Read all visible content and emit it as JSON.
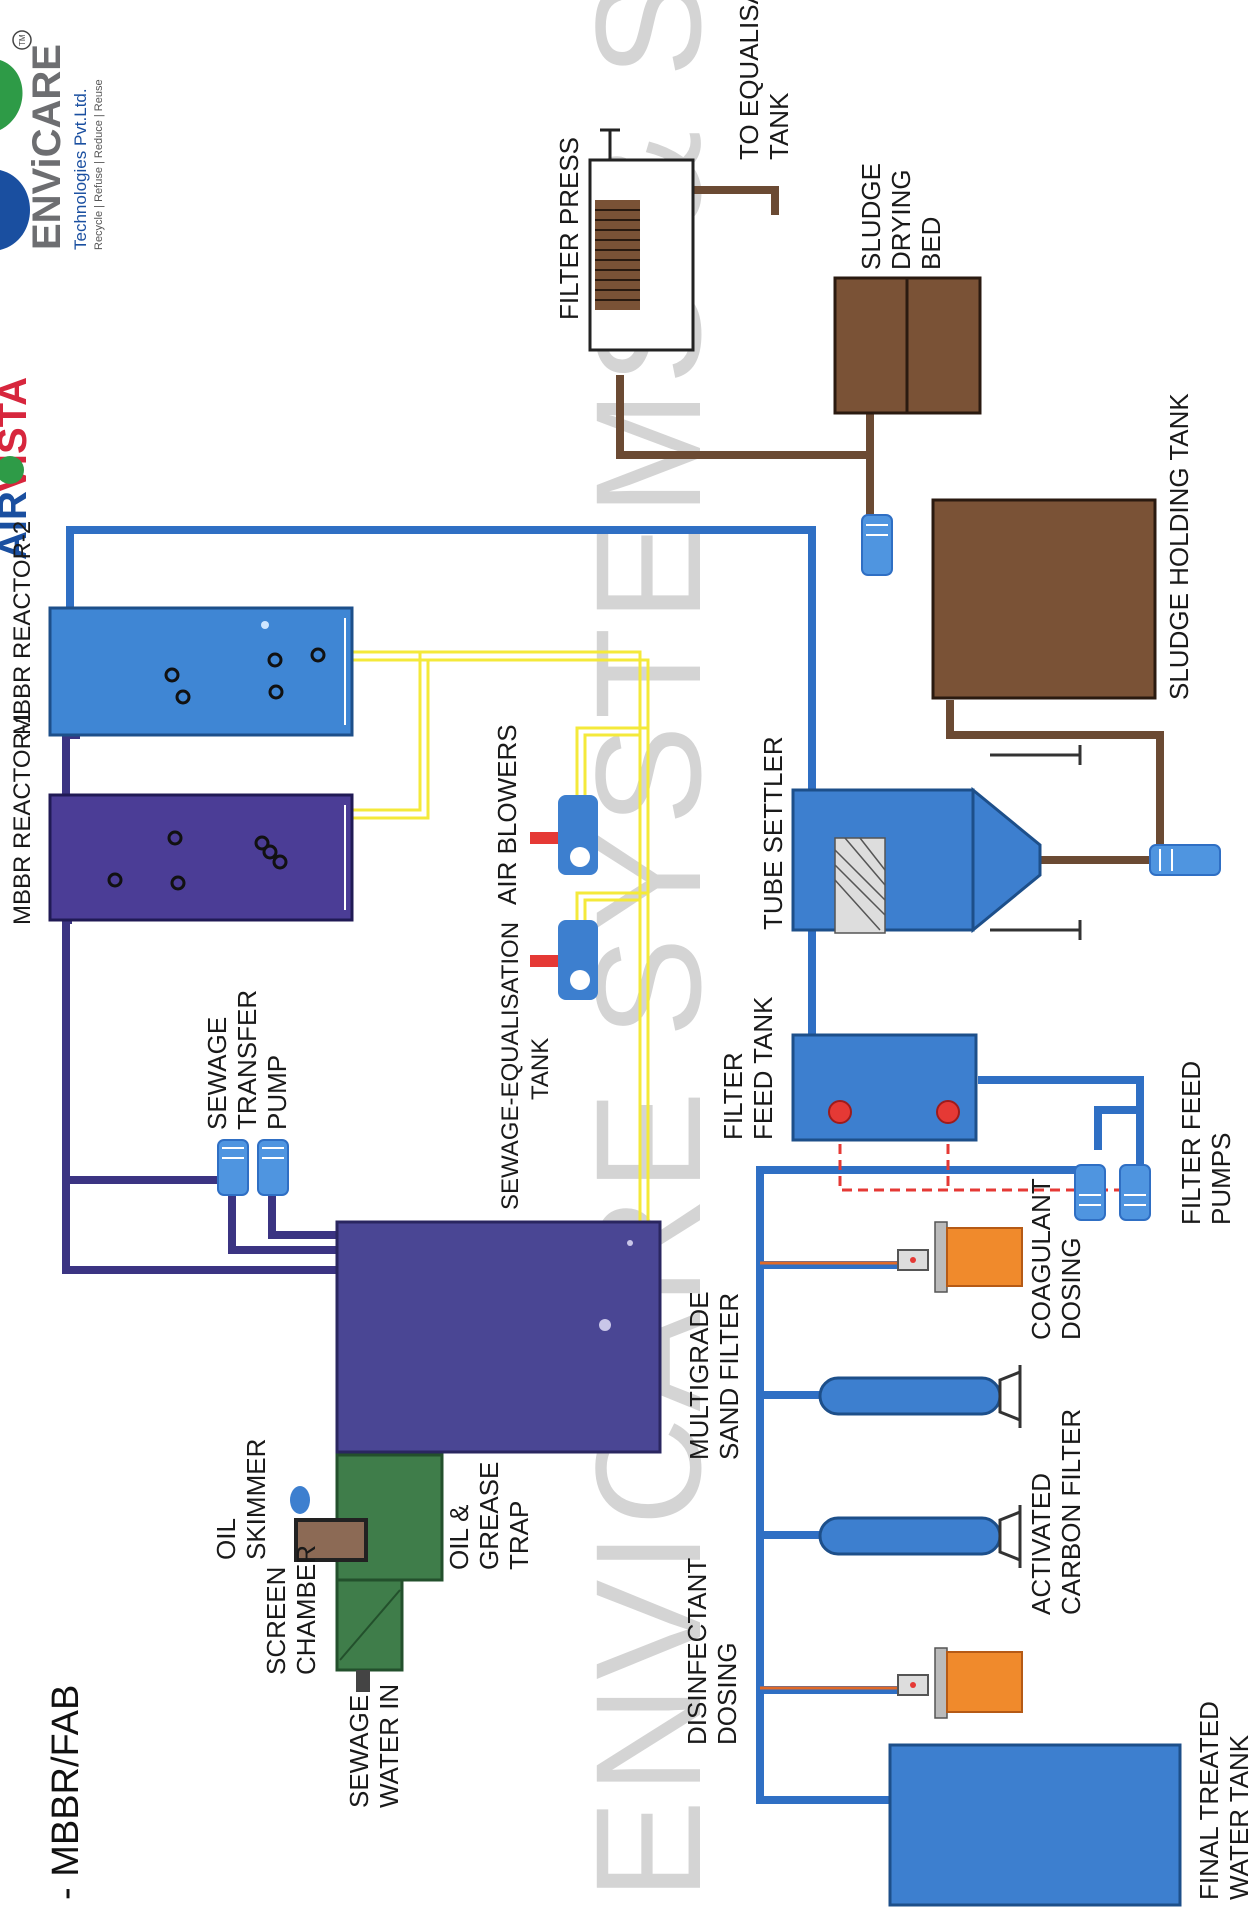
{
  "page": {
    "title": "- MBBR/FAB"
  },
  "brand": {
    "name_part1": "AIR",
    "name_part2": "VISTA",
    "company": "ENViCARE",
    "company_sub": "Technologies Pvt.Ltd.",
    "tagline": "Recycle | Refuse | Reduce | Reuse",
    "trademark": "TM"
  },
  "watermark": {
    "text": "ENVICARE SYSTEMS & SERVICES"
  },
  "labels": {
    "sewage_water_in": [
      "SEWAGE",
      "WATER IN"
    ],
    "screen_chamber": [
      "SCREEN",
      "CHAMBER"
    ],
    "oil_skimmer": [
      "OIL",
      "SKIMMER"
    ],
    "oil_grease_trap": [
      "OIL &",
      "GREASE",
      "TRAP"
    ],
    "sewage_transfer_pump": [
      "SEWAGE",
      "TRANSFER",
      "PUMP"
    ],
    "sewage_equalisation_tank": [
      "SEWAGE-EQUALISATION",
      "TANK"
    ],
    "mbbr_reactor_1": "MBBR REACTOR-1",
    "mbbr_reactor_2": "MBBR REACTOR-2",
    "air_blowers": "AIR BLOWERS",
    "filter_press": "FILTER PRESS",
    "to_equalisation_tank": [
      "TO EQUALISATION",
      "TANK"
    ],
    "sludge_drying_bed": [
      "SLUDGE",
      "DRYING",
      "BED"
    ],
    "sludge_holding_tank": "SLUDGE HOLDING TANK",
    "tube_settler": "TUBE SETTLER",
    "filter_feed_tank": [
      "FILTER",
      "FEED TANK"
    ],
    "filter_feed_pumps": [
      "FILTER FEED",
      "PUMPS"
    ],
    "coagulant_dosing": [
      "COAGULANT",
      "DOSING"
    ],
    "multigrade_sand_filter": [
      "MULTIGRADE",
      "SAND FILTER"
    ],
    "activated_carbon_filter": [
      "ACTIVATED",
      "CARBON FILTER"
    ],
    "disinfectant_dosing": [
      "DISINFECTANT",
      "DOSING"
    ],
    "final_treated_water_tank": [
      "FINAL TREATED",
      "WATER TANK"
    ]
  },
  "colors": {
    "sewage_pipe": "#3b3482",
    "clean_pipe": "#2f6fc4",
    "sludge_pipe": "#6b4a33",
    "air_line": "#f4e93a",
    "dosing_line": "#e06a28",
    "signal_line": "#e53935",
    "equalisation_tank": "#4a4694",
    "reactor_1": "#4b3d96",
    "reactor_2": "#3f86d4",
    "grease_trap": "#3f7d4a",
    "sludge_tank": "#7a5236",
    "blue_equipment": "#3d7fcf",
    "dosing_tank": "#f08a2c",
    "brand_red": "#d7263d",
    "brand_blue": "#1a4fa0",
    "brand_green": "#2e9b47",
    "brand_gray": "#6d6e71"
  }
}
